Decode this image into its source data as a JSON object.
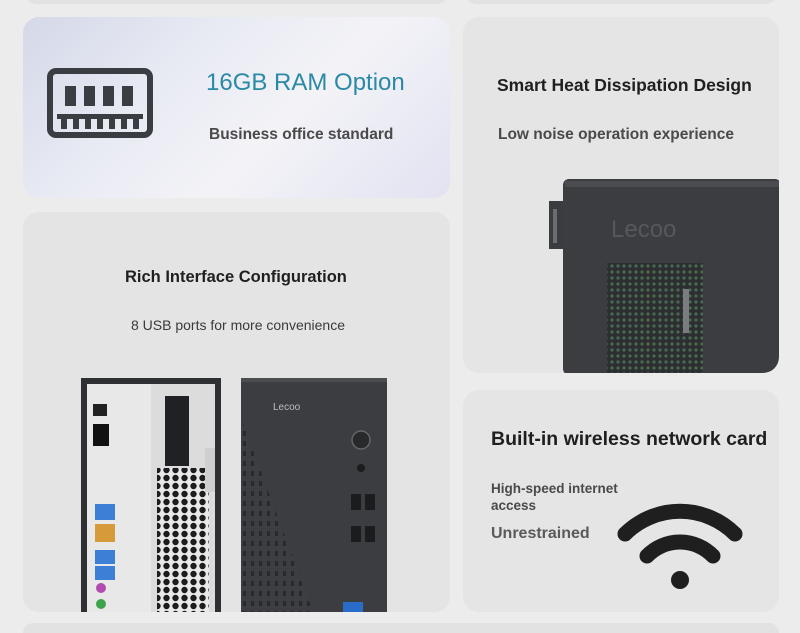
{
  "ram": {
    "title": "16GB RAM Option",
    "subtitle": "Business office standard",
    "icon": "memory-module-icon"
  },
  "heat": {
    "title": "Smart Heat Dissipation Design",
    "subtitle": "Low noise operation experience",
    "case_logo": "Lecoo"
  },
  "interface": {
    "title": "Rich Interface Configuration",
    "subtitle": "8 USB ports for more convenience",
    "front_logo": "Lecoo"
  },
  "wifi": {
    "title": "Built-in wireless network card",
    "subtitle_primary": "High-speed internet access",
    "subtitle_secondary": "Unrestrained",
    "icon": "wifi-icon"
  },
  "colors": {
    "accent": "#2a8aa6",
    "card_bg": "#e5e5e5",
    "case_dark": "#3b3d40"
  }
}
